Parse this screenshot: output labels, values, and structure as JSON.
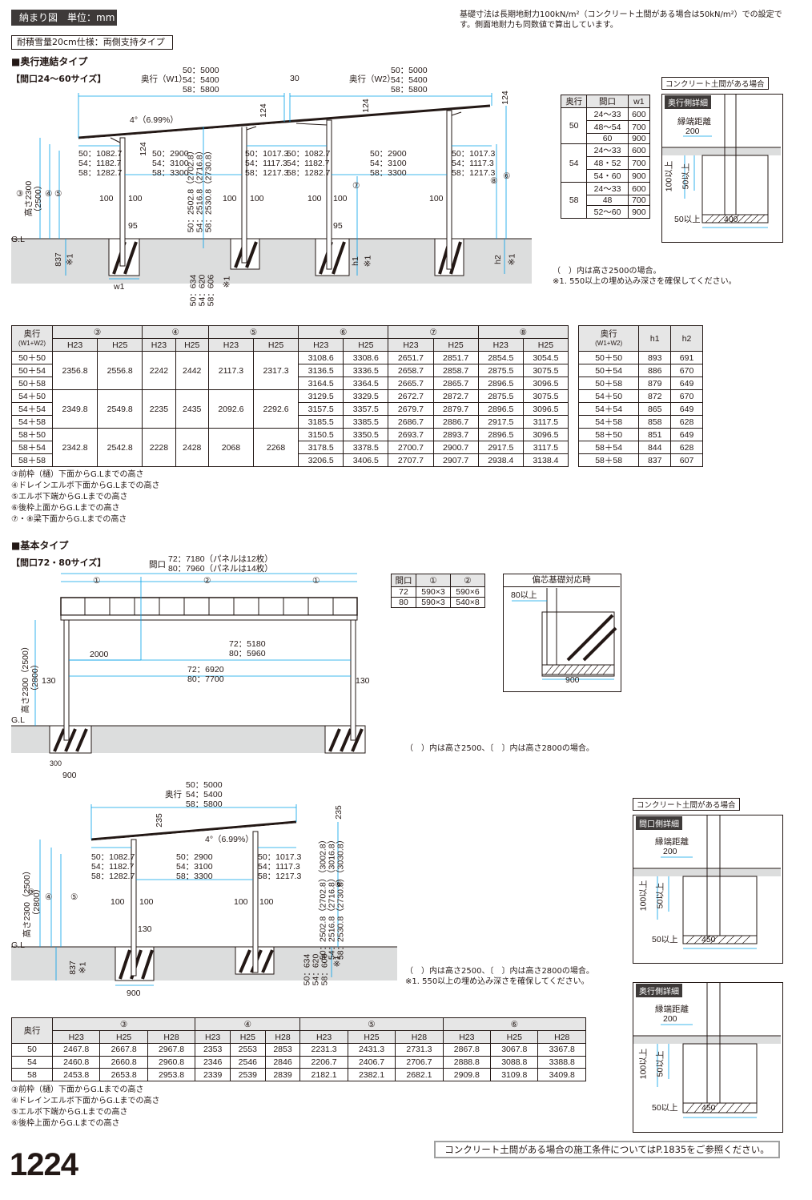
{
  "header": {
    "title": "納まり図　単位：mm",
    "spec": "耐積雪量20cm仕様：両側支持タイプ",
    "foundation_note": "基礎寸法は長期地耐力100kN/m²（コンクリート土間がある場合は50kN/m²）での設定です。側面地耐力も同数値で算出しています。"
  },
  "sec1": {
    "title": "■奥行連結タイプ",
    "range": "【間口24～60サイズ】",
    "w1_label": "奥行（W1）",
    "w2_label": "奥行（W2）",
    "depth_vals": "50：5000\n54：5400\n58：5800",
    "gap": "30",
    "slope": "4°（6.99%）",
    "h124": "124",
    "front_offsets": "50：1082.7\n54：1182.7\n58：1282.7",
    "mid_offsets": "50：1017.3\n54：1117.3\n58：1217.3",
    "span_vals": "50：2900\n54：3100\n58：3300",
    "post_heights": "50：2502.8（2702.8）\n54：2516.8（2716.8）\n58：2530.8（2730.8）",
    "bury": "50：634\n54：620\n58：606",
    "height": "高さ2300（2500）",
    "d100": "100",
    "d95": "95",
    "gl": "G.L",
    "d837": "837",
    "mark": "※1",
    "w1": "w1",
    "h1": "h1",
    "h2": "h2",
    "c3": "③",
    "c4": "④",
    "c5": "⑤",
    "c6": "⑥",
    "c7": "⑦",
    "c8": "⑧",
    "note1": "（　）内は高さ2500の場合。",
    "note2": "※1. 550以上の埋め込み深さを確保してください。"
  },
  "w1table": {
    "headers": [
      "奥行",
      "間口",
      "w1"
    ],
    "rows": [
      [
        "50",
        "24～33",
        "600"
      ],
      [
        "",
        "48～54",
        "700"
      ],
      [
        "",
        "60",
        "900"
      ],
      [
        "54",
        "24～33",
        "600"
      ],
      [
        "",
        "48・52",
        "700"
      ],
      [
        "",
        "54・60",
        "900"
      ],
      [
        "58",
        "24～33",
        "600"
      ],
      [
        "",
        "48",
        "700"
      ],
      [
        "",
        "52～60",
        "900"
      ]
    ]
  },
  "detail1": {
    "tag": "コンクリート土間がある場合",
    "label": "奥行側詳細",
    "edge": "縁端距離",
    "edge_val": "200",
    "v100": "100以上",
    "v50": "50以上",
    "b50": "50以上",
    "w": "400"
  },
  "bigtable": {
    "head_depth": "奥行",
    "head_sub": "(W1+W2)",
    "cols": [
      "③",
      "④",
      "⑤",
      "⑥",
      "⑦",
      "⑧"
    ],
    "sub": [
      "H23",
      "H25"
    ],
    "groups": [
      {
        "c3": [
          "2356.8",
          "2556.8"
        ],
        "c4": [
          "2242",
          "2442"
        ],
        "c5": [
          "2117.3",
          "2317.3"
        ],
        "rows": [
          [
            "50＋50",
            "3108.6",
            "3308.6",
            "2651.7",
            "2851.7",
            "2854.5",
            "3054.5"
          ],
          [
            "50＋54",
            "3136.5",
            "3336.5",
            "2658.7",
            "2858.7",
            "2875.5",
            "3075.5"
          ],
          [
            "50＋58",
            "3164.5",
            "3364.5",
            "2665.7",
            "2865.7",
            "2896.5",
            "3096.5"
          ]
        ]
      },
      {
        "c3": [
          "2349.8",
          "2549.8"
        ],
        "c4": [
          "2235",
          "2435"
        ],
        "c5": [
          "2092.6",
          "2292.6"
        ],
        "rows": [
          [
            "54＋50",
            "3129.5",
            "3329.5",
            "2672.7",
            "2872.7",
            "2875.5",
            "3075.5"
          ],
          [
            "54＋54",
            "3157.5",
            "3357.5",
            "2679.7",
            "2879.7",
            "2896.5",
            "3096.5"
          ],
          [
            "54＋58",
            "3185.5",
            "3385.5",
            "2686.7",
            "2886.7",
            "2917.5",
            "3117.5"
          ]
        ]
      },
      {
        "c3": [
          "2342.8",
          "2542.8"
        ],
        "c4": [
          "2228",
          "2428"
        ],
        "c5": [
          "2068",
          "2268"
        ],
        "rows": [
          [
            "58＋50",
            "3150.5",
            "3350.5",
            "2693.7",
            "2893.7",
            "2896.5",
            "3096.5"
          ],
          [
            "58＋54",
            "3178.5",
            "3378.5",
            "2700.7",
            "2900.7",
            "2917.5",
            "3117.5"
          ],
          [
            "58＋58",
            "3206.5",
            "3406.5",
            "2707.7",
            "2907.7",
            "2938.4",
            "3138.4"
          ]
        ]
      }
    ]
  },
  "htable": {
    "headers": [
      "奥行",
      "h1",
      "h2"
    ],
    "sub": "(W1+W2)",
    "rows": [
      [
        "50＋50",
        "893",
        "691"
      ],
      [
        "50＋54",
        "886",
        "670"
      ],
      [
        "50＋58",
        "879",
        "649"
      ],
      [
        "54＋50",
        "872",
        "670"
      ],
      [
        "54＋54",
        "865",
        "649"
      ],
      [
        "54＋58",
        "858",
        "628"
      ],
      [
        "58＋50",
        "851",
        "649"
      ],
      [
        "58＋54",
        "844",
        "628"
      ],
      [
        "58＋58",
        "837",
        "607"
      ]
    ]
  },
  "legend1": [
    "③前枠（樋）下面からG.Lまでの高さ",
    "④ドレインエルボ下面からG.Lまでの高さ",
    "⑤エルボ下端からG.Lまでの高さ",
    "⑥後枠上面からG.Lまでの高さ",
    "⑦・⑧梁下面からG.Lまでの高さ"
  ],
  "sec2": {
    "title": "■基本タイプ",
    "range": "【間口72・80サイズ】",
    "width_label": "間口",
    "width_vals": "72：7180（パネルは12枚）\n80：7960（パネルは14枚）",
    "c1": "①",
    "c2": "②",
    "d2000": "2000",
    "inner": "72：5180\n80：5960",
    "outer": "72：6920\n80：7700",
    "d130": "130",
    "height": "高さ2300（2500）（2800）",
    "gl": "G.L",
    "d300": "300",
    "d900": "900",
    "note": "（　）内は高さ2500、〔　〕内は高さ2800の場合。"
  },
  "paneltable": {
    "headers": [
      "間口",
      "①",
      "②"
    ],
    "rows": [
      [
        "72",
        "590×3",
        "590×6"
      ],
      [
        "80",
        "590×3",
        "540×8"
      ]
    ]
  },
  "eccentric": {
    "title": "偏芯基礎対応時",
    "v80": "80以上",
    "w": "900"
  },
  "sec3": {
    "depth_label": "奥行",
    "depth_vals": "50：5000\n54：5400\n58：5800",
    "h235": "235",
    "slope": "4°（6.99%）",
    "front_offsets": "50：1082.7\n54：1182.7\n58：1282.7",
    "span_vals": "50：2900\n54：3100\n58：3300",
    "rear_offsets": "50：1017.3\n54：1117.3\n58：1217.3",
    "post_heights": "50：2502.8（2702.8）（3002.8）\n54：2516.8（2716.8）（3016.8）\n58：2530.8（2730.8）（3030.8）",
    "bury": "50：634\n54：620\n58：606",
    "height": "高さ2300（2500）（2800）",
    "d100": "100",
    "d130": "130",
    "gl": "G.L",
    "d837": "837",
    "mark": "※1",
    "d900": "900",
    "c3": "③",
    "c4": "④",
    "c5": "⑤",
    "c6": "⑥",
    "note1": "（　）内は高さ2500、〔　〕内は高さ2800の場合。",
    "note2": "※1. 550以上の埋め込み深さを確保してください。"
  },
  "detail2": {
    "tag": "コンクリート土間がある場合",
    "label_a": "間口側詳細",
    "label_b": "奥行側詳細",
    "edge": "縁端距離",
    "edge_val": "200",
    "v100": "100以上",
    "v50": "50以上",
    "b50": "50以上",
    "w": "450"
  },
  "smalltable": {
    "head_depth": "奥行",
    "cols": [
      "③",
      "④",
      "⑤",
      "⑥"
    ],
    "sub": [
      "H23",
      "H25",
      "H28"
    ],
    "rows": [
      [
        "50",
        "2467.8",
        "2667.8",
        "2967.8",
        "2353",
        "2553",
        "2853",
        "2231.3",
        "2431.3",
        "2731.3",
        "2867.8",
        "3067.8",
        "3367.8"
      ],
      [
        "54",
        "2460.8",
        "2660.8",
        "2960.8",
        "2346",
        "2546",
        "2846",
        "2206.7",
        "2406.7",
        "2706.7",
        "2888.8",
        "3088.8",
        "3388.8"
      ],
      [
        "58",
        "2453.8",
        "2653.8",
        "2953.8",
        "2339",
        "2539",
        "2839",
        "2182.1",
        "2382.1",
        "2682.1",
        "2909.8",
        "3109.8",
        "3409.8"
      ]
    ]
  },
  "legend2": [
    "③前枠（樋）下面からG.Lまでの高さ",
    "④ドレインエルボ下面からG.Lまでの高さ",
    "⑤エルボ下端からG.Lまでの高さ",
    "⑥後枠上面からG.Lまでの高さ"
  ],
  "footer": {
    "page": "1224",
    "ref": "コンクリート土間がある場合の施工条件についてはP.1835をご参照ください。"
  }
}
